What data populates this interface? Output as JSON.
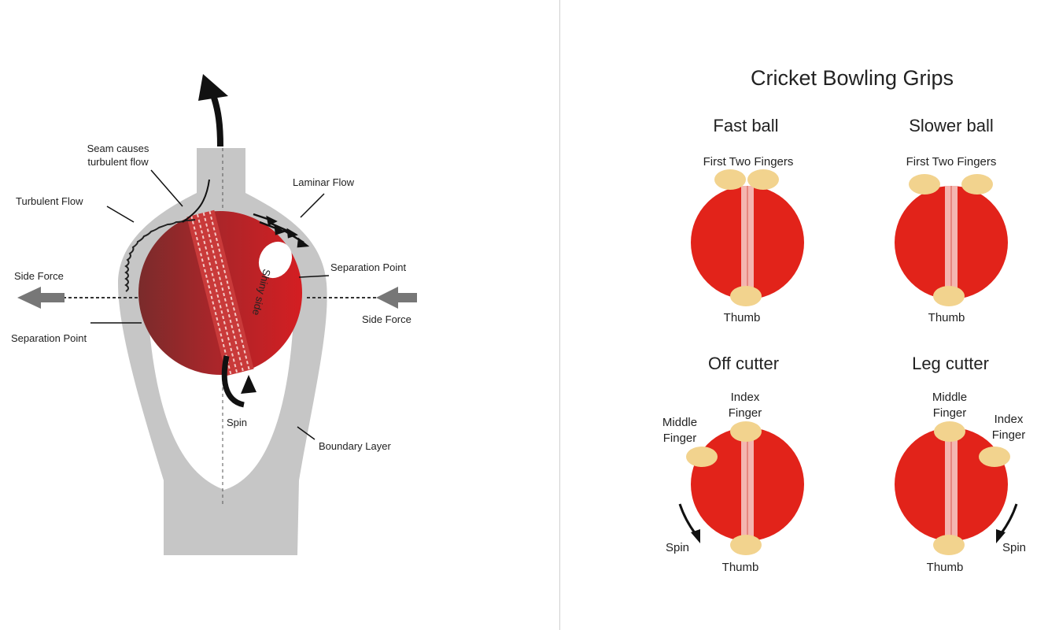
{
  "left": {
    "labels": {
      "seam": [
        "Seam causes",
        "turbulent flow"
      ],
      "turbulent": "Turbulent Flow",
      "laminar": "Laminar Flow",
      "side_force_left": "Side Force",
      "side_force_right": "Side Force",
      "separation_left": "Separation Point",
      "separation_right": "Separation Point",
      "spin": "Spin",
      "boundary": "Boundary Layer",
      "shiny_side": "Shiny side"
    }
  },
  "right": {
    "title": "Cricket Bowling Grips",
    "grips": [
      {
        "name": "Fast ball",
        "fingers_label": "First Two Fingers",
        "thumb": "Thumb"
      },
      {
        "name": "Slower ball",
        "fingers_label": "First Two Fingers",
        "thumb": "Thumb"
      },
      {
        "name": "Off cutter",
        "index": [
          "Index",
          "Finger"
        ],
        "middle": [
          "Middle",
          "Finger"
        ],
        "thumb": "Thumb",
        "spin": "Spin"
      },
      {
        "name": "Leg cutter",
        "index": [
          "Index",
          "Finger"
        ],
        "middle": [
          "Middle",
          "Finger"
        ],
        "thumb": "Thumb",
        "spin": "Spin"
      }
    ]
  },
  "colors": {
    "ball_red": "#e2231a",
    "ball_dark": "#8a2a2a",
    "flow_gray": "#c4c4c4",
    "finger": "#f2d38e",
    "seam": "#f4b6b0"
  }
}
